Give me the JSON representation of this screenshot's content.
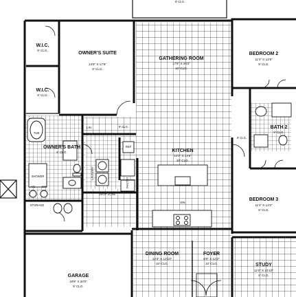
{
  "plan": {
    "top_label": "9' CLG.",
    "rooms": {
      "wic_1": {
        "name": "W.I.C.",
        "ceiling": "9' CLG."
      },
      "wic_2": {
        "name": "W.I.C.",
        "ceiling": "9' CLG."
      },
      "owners_suite": {
        "name": "OWNER'S SUITE",
        "dims": "14'8\" X 17'6\"",
        "ceiling": "9' CLG."
      },
      "gathering_room": {
        "name": "GATHERING ROOM",
        "dims": "17'6\" X 20'2\"",
        "ceiling": "10' CLG."
      },
      "bedroom_2": {
        "name": "BEDROOM 2",
        "dims": "11'4\" X 12'8\"",
        "ceiling": "9' CLG."
      },
      "bedroom_3": {
        "name": "BEDROOM 3",
        "dims": "11'4\" X 12'2\"",
        "ceiling": "9' CLG."
      },
      "owners_bath": {
        "name": "OWNER'S BATH",
        "ceiling": "9' CLG."
      },
      "kitchen": {
        "name": "KITCHEN",
        "dims": "12'0\" X 14'6\"",
        "ceiling": "10' CLG."
      },
      "bath_2": {
        "name": "BATH 2",
        "ceiling": "9' CLG."
      },
      "laundry": {
        "name": "LAUNDRY"
      },
      "dining_room": {
        "name": "DINING ROOM",
        "dims": "12'4\" X 12'10\"",
        "ceiling": "10' CLG."
      },
      "foyer": {
        "name": "FOYER",
        "dims": "6'0\" X 12'2\"",
        "ceiling": "10' CLG."
      },
      "study": {
        "name": "STUDY",
        "dims": "11'0\" X 10'10\"",
        "ceiling": "9' CLG."
      },
      "garage": {
        "name": "GARAGE",
        "dims": "19'6\" X 20'0\"",
        "ceiling": "9' CLG."
      }
    },
    "labels": {
      "storage": "STORAGE",
      "drop_zone": "DROP ZONE",
      "pantry": "PANTRY",
      "shower": "SHOWER",
      "tub": "TUB",
      "lin": "LIN.",
      "ref": "REF",
      "dw": "DW",
      "ac": "A/C",
      "wh": "WH",
      "clg_9": "9' CLG."
    }
  }
}
